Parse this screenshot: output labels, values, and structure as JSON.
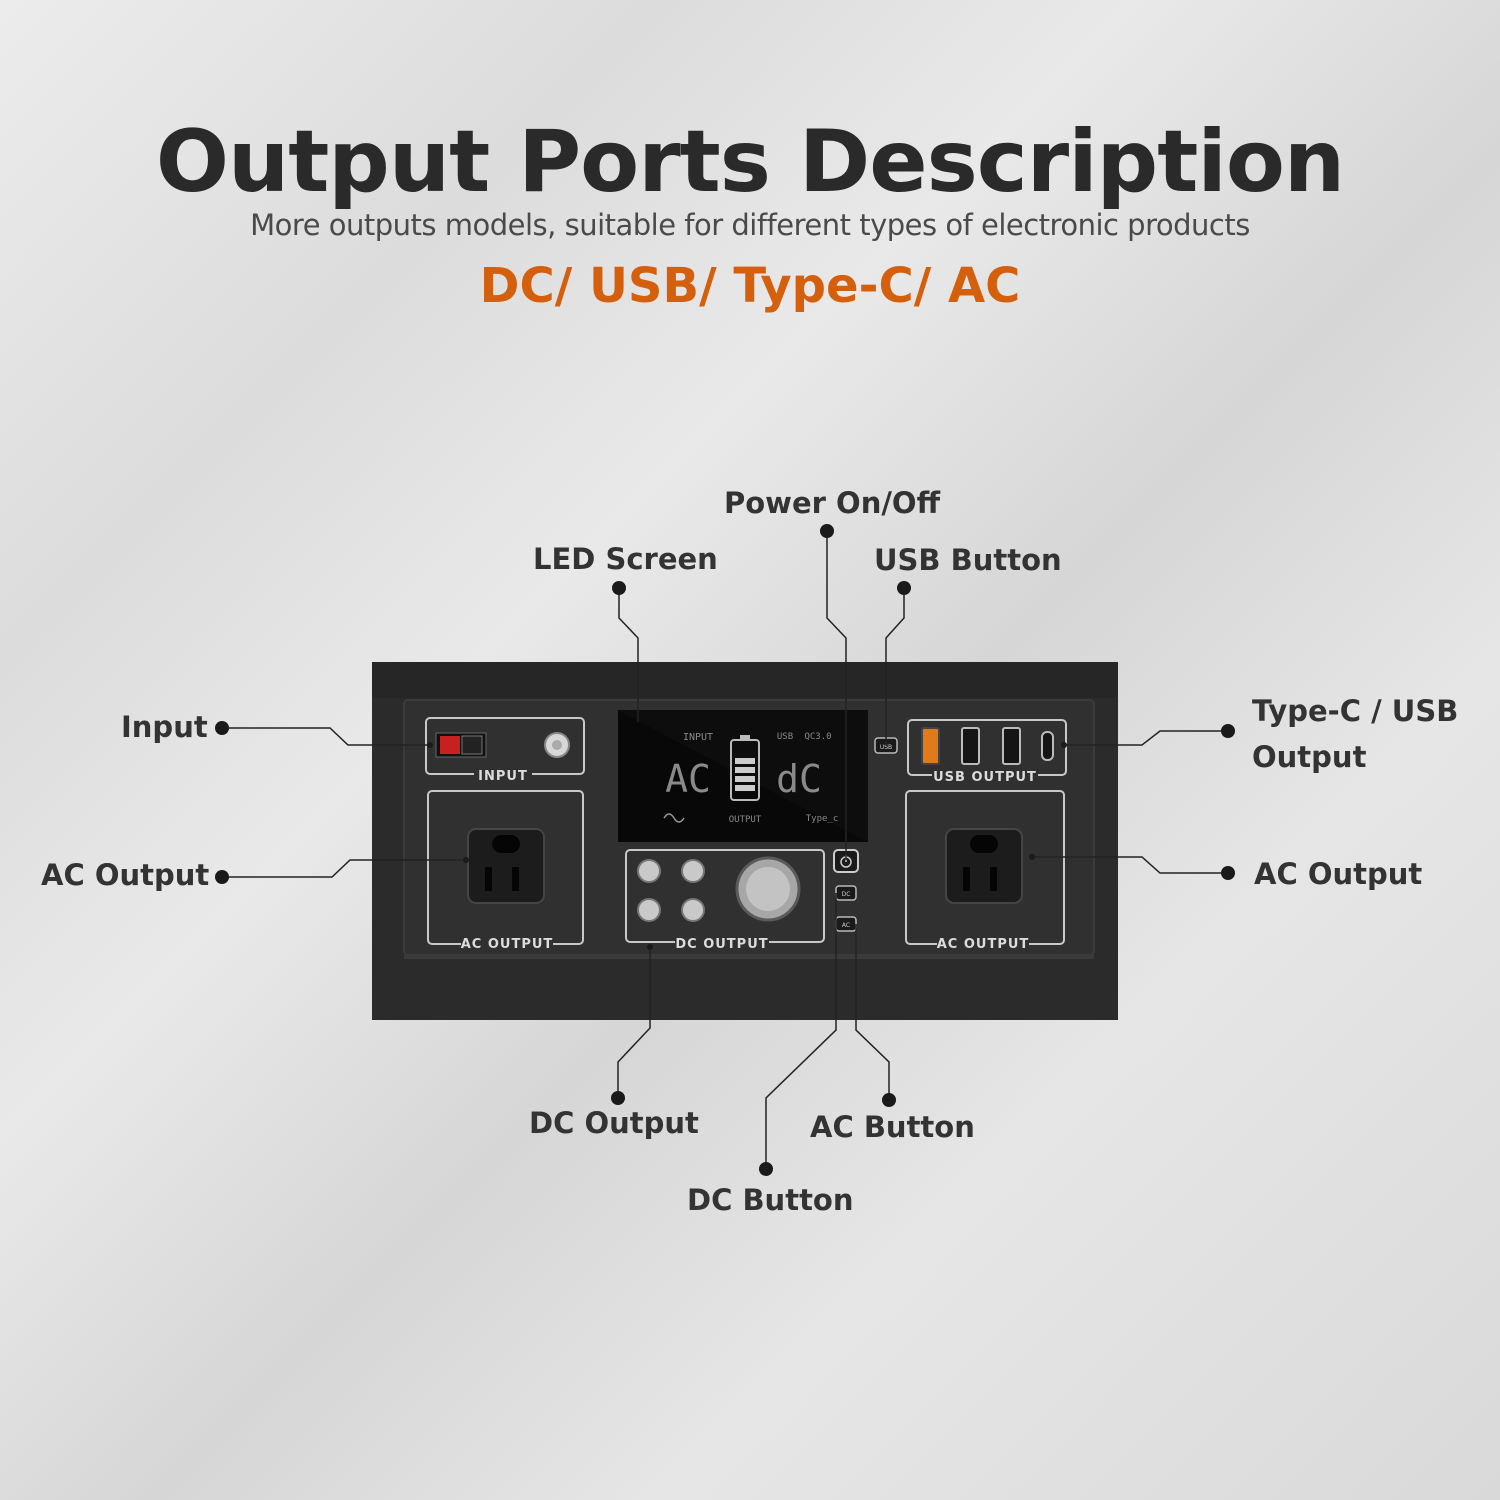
{
  "header": {
    "title": "Output Ports Description",
    "subtitle": "More outputs models, suitable for different types of electronic products",
    "tagline": "DC/ USB/ Type-C/ AC"
  },
  "callouts": {
    "power": "Power On/Off",
    "led_screen": "LED Screen",
    "usb_button": "USB Button",
    "input": "Input",
    "ac_output_left": "AC Output",
    "type_c_usb_line1": "Type-C / USB",
    "type_c_usb_line2": "Output",
    "ac_output_right": "AC Output",
    "dc_output": "DC Output",
    "ac_button": "AC Button",
    "dc_button": "DC Button"
  },
  "panel": {
    "input_label": "INPUT",
    "ac_output_label": "AC OUTPUT",
    "dc_output_label": "DC OUTPUT",
    "usb_output_label": "USB OUTPUT",
    "usb_button_label": "USB",
    "dc_button_label": "DC",
    "ac_button_label": "AC"
  },
  "lcd": {
    "input": "INPUT",
    "usb": "USB",
    "qc": "QC3.0",
    "ac": "AC",
    "dc": "dC",
    "output": "OUTPUT",
    "type_c": "Type_c"
  },
  "colors": {
    "accent": "#d4600e",
    "panel": "#2e2e2e",
    "title": "#2a2a2a"
  }
}
